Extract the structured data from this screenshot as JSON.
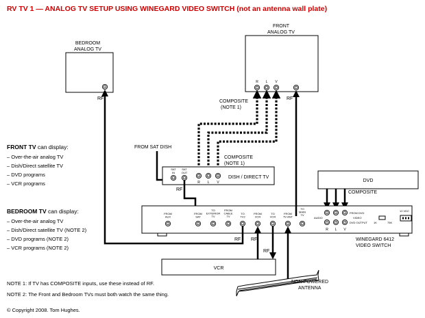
{
  "title": "RV TV 1 — ANALOG TV SETUP USING WINEGARD VIDEO SWITCH (not an antenna wall plate)",
  "bedroom_tv": {
    "line1": "BEDROOM",
    "line2": "ANALOG TV",
    "rf": "RF"
  },
  "front_tv": {
    "line1": "FRONT",
    "line2": "ANALOG TV",
    "rf": "RF",
    "jack_r": "R",
    "jack_l": "L",
    "jack_v": "V"
  },
  "composite_1": {
    "line1": "COMPOSITE",
    "line2": "(NOTE 1)"
  },
  "composite_2": {
    "line1": "COMPOSITE",
    "line2": "(NOTE 1)"
  },
  "from_sat_dish": "FROM SAT DISH",
  "dish": {
    "label": "DISH / DIRECT TV",
    "sat_in": [
      "SAT",
      "IN"
    ],
    "sat_out": [
      "SAT",
      "OUT"
    ],
    "jack_r": "R",
    "jack_l": "L",
    "jack_v": "V",
    "rf": "RF"
  },
  "front_panel": {
    "heading": "FRONT TV",
    "heading_rest": " can display:",
    "items": [
      "– Over-the-air analog TV",
      "– Dish/Direct satellite TV",
      "– DVD programs",
      "– VCR programs"
    ]
  },
  "bedroom_panel": {
    "heading": "BEDROOM TV",
    "heading_rest": " can display:",
    "items": [
      "– Over-the-air analog TV",
      "– Dish/Direct satellite TV (NOTE 2)",
      "– DVD programs (NOTE 2)",
      "– VCR programs (NOTE 2)"
    ]
  },
  "dvd": {
    "label": "DVD",
    "composite": "COMPOSITE"
  },
  "switch": {
    "jacks": [
      [
        "FROM",
        "AUX"
      ],
      [
        "FROM",
        "SAT"
      ],
      [
        "TO",
        "EXTERIOR",
        "TV"
      ],
      [
        "FROM",
        "CABLE",
        "TV"
      ],
      [
        "TO",
        "TV2"
      ],
      [
        "FROM",
        "VCR"
      ],
      [
        "TO",
        "VCR"
      ],
      [
        "FROM",
        "TV ANT"
      ],
      [
        "TO",
        "MAIN",
        "TV"
      ]
    ],
    "audio": "AUDIO",
    "from_dvd": "FROM DVD",
    "video": "VIDEO",
    "dvd_output": "DVD OUTPUT",
    "jack_r": "R",
    "jack_l": "L",
    "jack_v": "V",
    "imp_1k": "1K",
    "imp_75k": "75K",
    "volt": "12   VDC",
    "name1": "WINEGARD 6412",
    "name2": "VIDEO SWITCH"
  },
  "switch_rf_1": "RF",
  "switch_rf_2": "RF",
  "vcr": {
    "label": "VCR",
    "rf": "RF"
  },
  "antenna": {
    "line1": "NON-POWERED",
    "line2": "ANTENNA"
  },
  "notes": [
    "NOTE 1: If TV has COMPOSITE inputs, use these instead of RF.",
    "NOTE 2: The Front and Bedroom TVs must both watch the same thing."
  ],
  "copyright": "© Copyright 2008. Tom Hughes."
}
